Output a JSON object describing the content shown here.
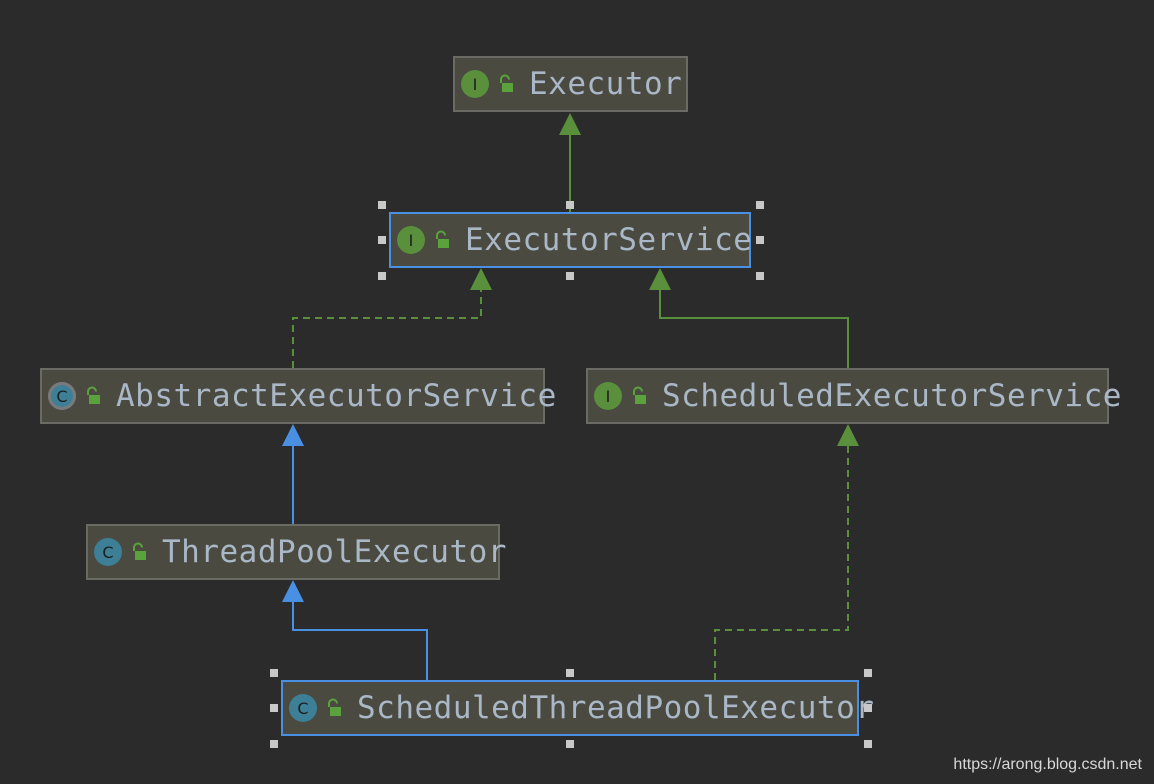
{
  "colors": {
    "background": "#2b2b2b",
    "node_fill": "#4a4a40",
    "node_border": "#6b6b66",
    "selected_border": "#4a90e2",
    "interface_edge": "#5a8f3c",
    "extends_edge": "#4a90e2",
    "label_text": "#a9b7c6"
  },
  "nodes": [
    {
      "id": "executor",
      "label": "Executor",
      "kind": "interface",
      "kind_letter": "I"
    },
    {
      "id": "executor-service",
      "label": "ExecutorService",
      "kind": "interface",
      "kind_letter": "I",
      "selected": true
    },
    {
      "id": "abstract-executor-service",
      "label": "AbstractExecutorService",
      "kind": "abstract",
      "kind_letter": "C"
    },
    {
      "id": "scheduled-executor-service",
      "label": "ScheduledExecutorService",
      "kind": "interface",
      "kind_letter": "I"
    },
    {
      "id": "thread-pool-executor",
      "label": "ThreadPoolExecutor",
      "kind": "class",
      "kind_letter": "C"
    },
    {
      "id": "scheduled-thread-pool-executor",
      "label": "ScheduledThreadPoolExecutor",
      "kind": "class",
      "kind_letter": "C",
      "selected": true
    }
  ],
  "edges": [
    {
      "from": "executor-service",
      "to": "executor",
      "relation": "extends-interface"
    },
    {
      "from": "scheduled-executor-service",
      "to": "executor-service",
      "relation": "extends-interface"
    },
    {
      "from": "abstract-executor-service",
      "to": "executor-service",
      "relation": "implements"
    },
    {
      "from": "thread-pool-executor",
      "to": "abstract-executor-service",
      "relation": "extends"
    },
    {
      "from": "scheduled-thread-pool-executor",
      "to": "thread-pool-executor",
      "relation": "extends"
    },
    {
      "from": "scheduled-thread-pool-executor",
      "to": "scheduled-executor-service",
      "relation": "implements"
    }
  ],
  "watermark": "https://arong.blog.csdn.net"
}
